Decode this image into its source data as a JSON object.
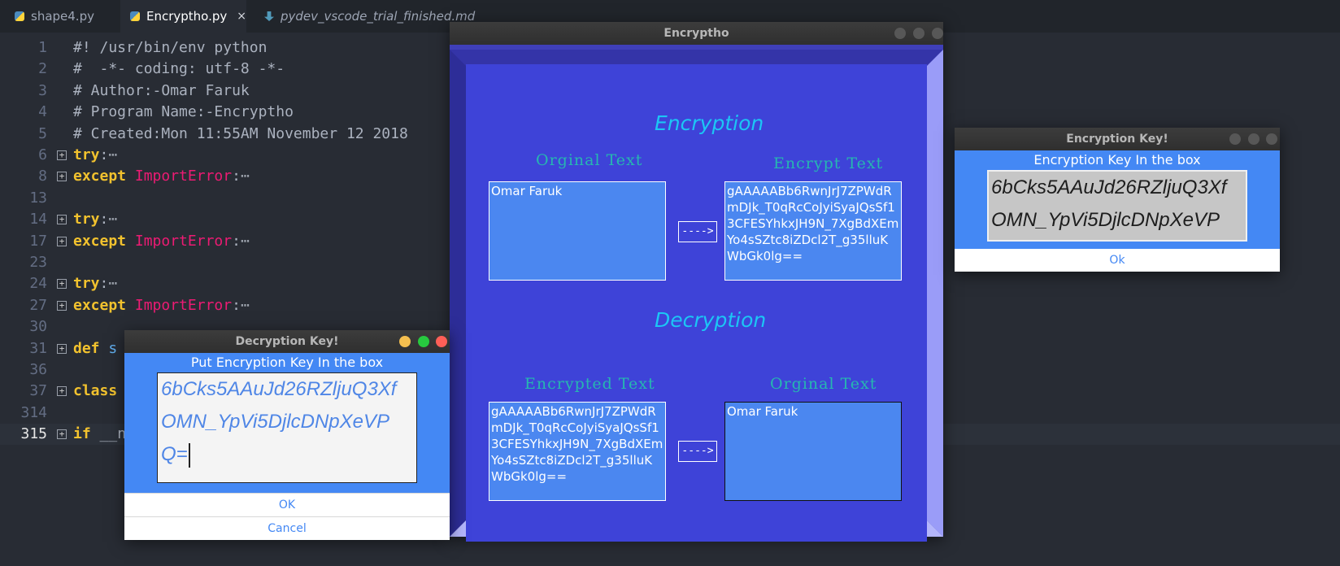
{
  "editor": {
    "tabs": [
      {
        "label": "shape4.py",
        "icon": "python-file-icon"
      },
      {
        "label": "Encryptho.py",
        "icon": "python-file-icon",
        "close": "×"
      },
      {
        "label": "pydev_vscode_trial_finished.md",
        "icon": "markdown-file-icon"
      }
    ],
    "lines": [
      {
        "num": "1",
        "text": "#! /usr/bin/env python"
      },
      {
        "num": "2",
        "text": "#  -*- coding: utf-8 -*-"
      },
      {
        "num": "3",
        "text": "# Author:-Omar Faruk"
      },
      {
        "num": "4",
        "text": "# Program Name:-Encryptho"
      },
      {
        "num": "5",
        "text": "# Created:Mon 11:55AM November 12 2018"
      },
      {
        "num": "6",
        "kw": "try",
        "rest": ":",
        "dots": "⋯"
      },
      {
        "num": "8",
        "kw": "except",
        "ex": "ImportError",
        "rest": ":",
        "dots": "⋯"
      },
      {
        "num": "13"
      },
      {
        "num": "14",
        "kw": "try",
        "rest": ":",
        "dots": "⋯"
      },
      {
        "num": "17",
        "kw": "except",
        "ex": "ImportError",
        "rest": ":",
        "dots": "⋯"
      },
      {
        "num": "23"
      },
      {
        "num": "24",
        "kw": "try",
        "rest": ":",
        "dots": "⋯"
      },
      {
        "num": "27",
        "kw": "except",
        "ex": "ImportError",
        "rest": ":",
        "dots": "⋯"
      },
      {
        "num": "30"
      },
      {
        "num": "31",
        "kw": "def",
        "fn": "s"
      },
      {
        "num": "36"
      },
      {
        "num": "37",
        "kw": "class"
      },
      {
        "num": "314"
      },
      {
        "num": "315",
        "kw": "if",
        "rest": " __n"
      }
    ]
  },
  "main_window": {
    "title": "Encryptho",
    "encryption_heading": "Encryption",
    "original_text_label": "Orginal Text",
    "encrypt_text_label": "Encrypt Text",
    "original_text_value": "Omar Faruk",
    "encrypted_value": "gAAAAABb6RwnJrJ7ZPWdRmDJk_T0qRcCoJyiSyaJQsSf13CFESYhkxJH9N_7XgBdXEmYo4sSZtc8iZDcl2T_g35lluKWbGk0lg==",
    "arrow_label": "---->",
    "decryption_heading": "Decryption",
    "encrypted_text_label": "Encrypted Text",
    "decrypted_original_label": "Orginal Text",
    "decrypt_input_value": "gAAAAABb6RwnJrJ7ZPWdRmDJk_T0qRcCoJyiSyaJQsSf13CFESYhkxJH9N_7XgBdXEmYo4sSZtc8iZDcl2T_g35lluKWbGk0lg==",
    "decrypt_arrow_label": "---->",
    "decrypted_value": "Omar Faruk"
  },
  "encryption_key_window": {
    "title": "Encryption Key!",
    "heading": "Encryption Key In the box",
    "key_line1": "6bCks5AAuJd26RZljuQ3Xf",
    "key_line2": "OMN_YpVi5DjlcDNpXeVP",
    "ok_label": "Ok"
  },
  "decryption_key_window": {
    "title": "Decryption Key!",
    "heading": "Put Encryption Key In the box",
    "key_line1": "6bCks5AAuJd26RZljuQ3Xf",
    "key_line2": "OMN_YpVi5DjlcDNpXeVP",
    "key_line3": "Q=",
    "ok_label": "OK",
    "cancel_label": "Cancel"
  },
  "colors": {
    "window_blue": "#4488f4",
    "main_panel": "#3e43d8",
    "heading_cyan": "#1cc6f5",
    "label_teal": "#26b7b0",
    "keyword_yellow": "#f2c22e",
    "exception_pink": "#ec1b73"
  }
}
